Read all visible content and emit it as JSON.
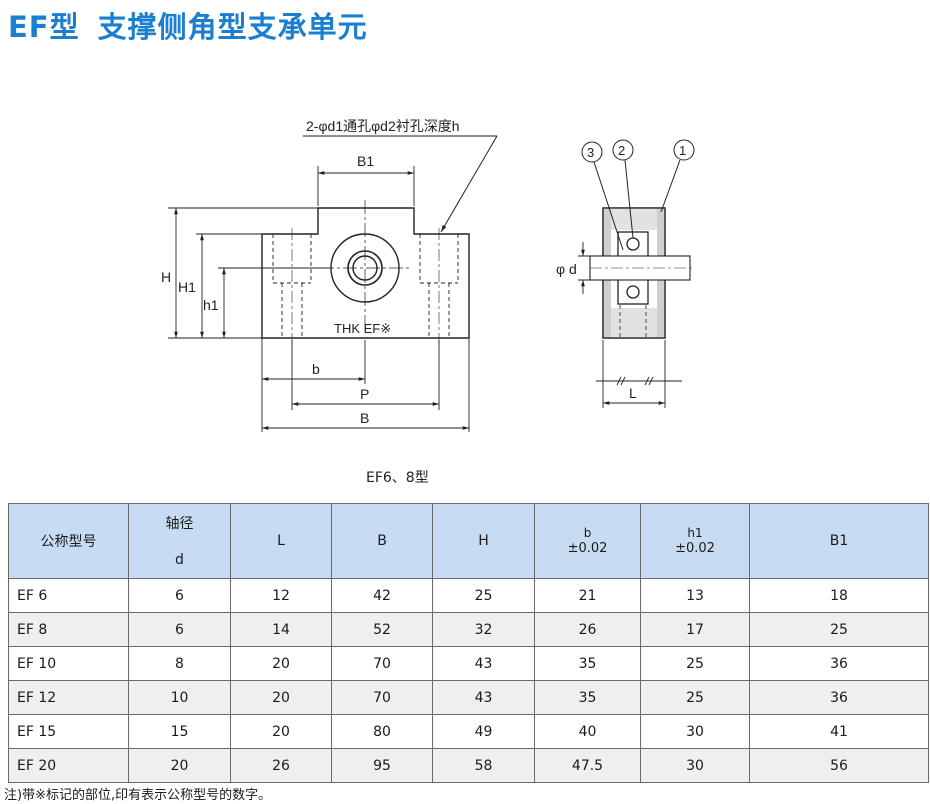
{
  "title": {
    "model": "EF型",
    "name": "支撑侧角型支承单元"
  },
  "drawing": {
    "hole_callout": "2-φd1通孔φd2衬孔深度h",
    "marking": "THK EF※",
    "dims": {
      "H": "H",
      "H1": "H1",
      "h1": "h1",
      "B1": "B1",
      "b": "b",
      "P": "P",
      "B": "B",
      "L": "L",
      "d": "φ d"
    },
    "balloons": [
      "3",
      "2",
      "1"
    ]
  },
  "figure_caption": "EF6、8型",
  "table": {
    "header": {
      "name": "公称型号",
      "shaft": "轴径",
      "d": "d",
      "L": "L",
      "B": "B",
      "H": "H",
      "b": "b",
      "b_tol": "±0.02",
      "h1": "h1",
      "h1_tol": "±0.02",
      "B1": "B1"
    },
    "rows": [
      {
        "name": "EF 6",
        "d": "6",
        "L": "12",
        "B": "42",
        "H": "25",
        "b": "21",
        "h1": "13",
        "B1": "18"
      },
      {
        "name": "EF 8",
        "d": "6",
        "L": "14",
        "B": "52",
        "H": "32",
        "b": "26",
        "h1": "17",
        "B1": "25"
      },
      {
        "name": "EF 10",
        "d": "8",
        "L": "20",
        "B": "70",
        "H": "43",
        "b": "35",
        "h1": "25",
        "B1": "36"
      },
      {
        "name": "EF 12",
        "d": "10",
        "L": "20",
        "B": "70",
        "H": "43",
        "b": "35",
        "h1": "25",
        "B1": "36"
      },
      {
        "name": "EF 15",
        "d": "15",
        "L": "20",
        "B": "80",
        "H": "49",
        "b": "40",
        "h1": "30",
        "B1": "41"
      },
      {
        "name": "EF 20",
        "d": "20",
        "L": "26",
        "B": "95",
        "H": "58",
        "b": "47.5",
        "h1": "30",
        "B1": "56"
      }
    ]
  },
  "note": "注)带※标记的部位,印有表示公称型号的数字。"
}
